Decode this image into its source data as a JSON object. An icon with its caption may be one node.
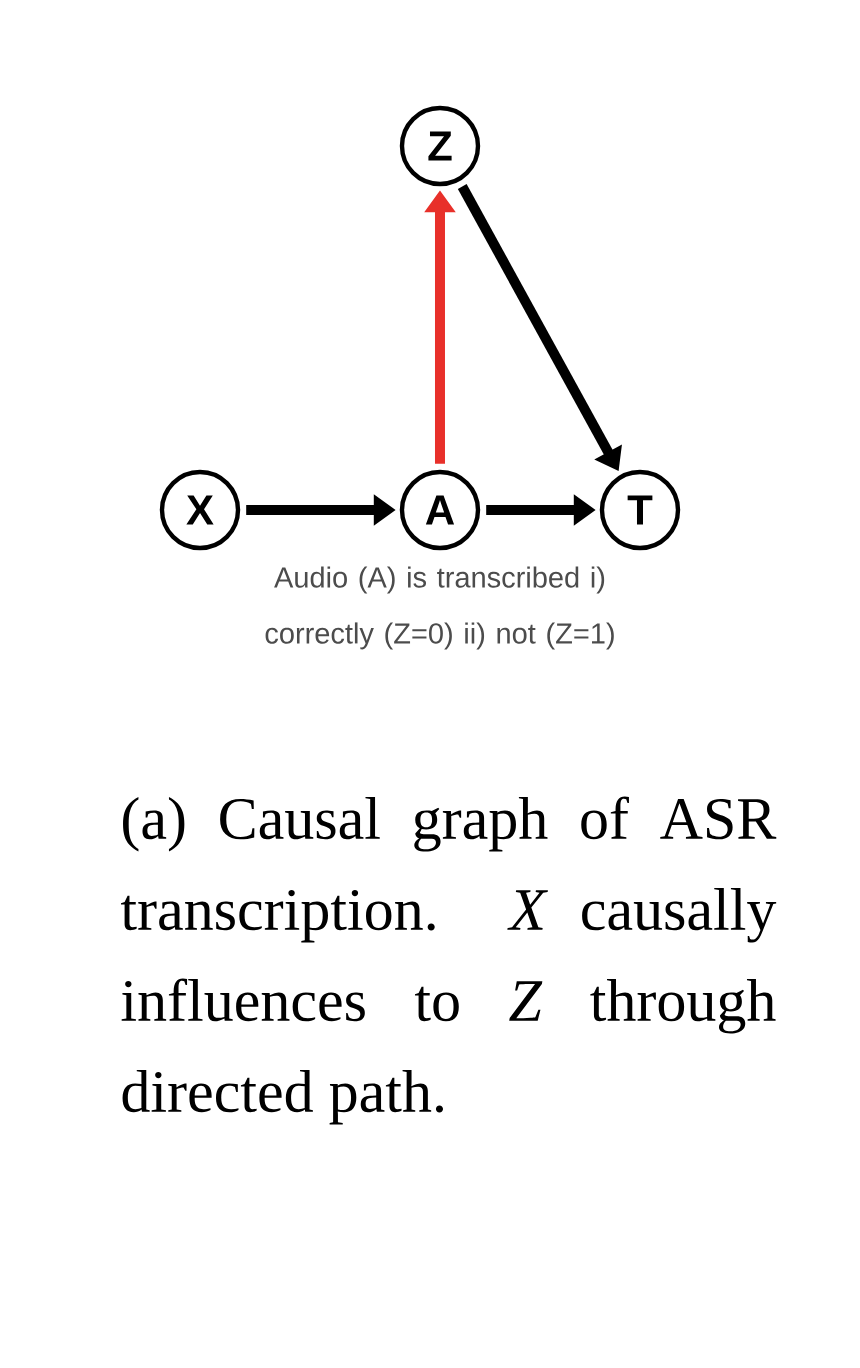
{
  "diagram": {
    "caption": "(a) Causal graph of ASR transcription. *X* causally influences to *Z* through directed path.",
    "nodes": [
      {
        "text": [
          "Z"
        ]
      },
      {
        "text": [
          "X"
        ]
      },
      {
        "text": [
          "A"
        ]
      },
      {
        "text": [
          "T"
        ]
      }
    ],
    "edges": [
      {
        "from": 2,
        "to": 0,
        "arrow": "to",
        "color": "#e8302a"
      },
      {
        "from": 0,
        "to": 3,
        "arrow": "to"
      },
      {
        "from": 1,
        "to": 2,
        "arrow": "to"
      },
      {
        "from": 2,
        "to": 3,
        "arrow": "to"
      }
    ],
    "labels": [
      "Audio (A) is transcribed i) correctly (Z=0) ii) not (Z=1)"
    ]
  }
}
